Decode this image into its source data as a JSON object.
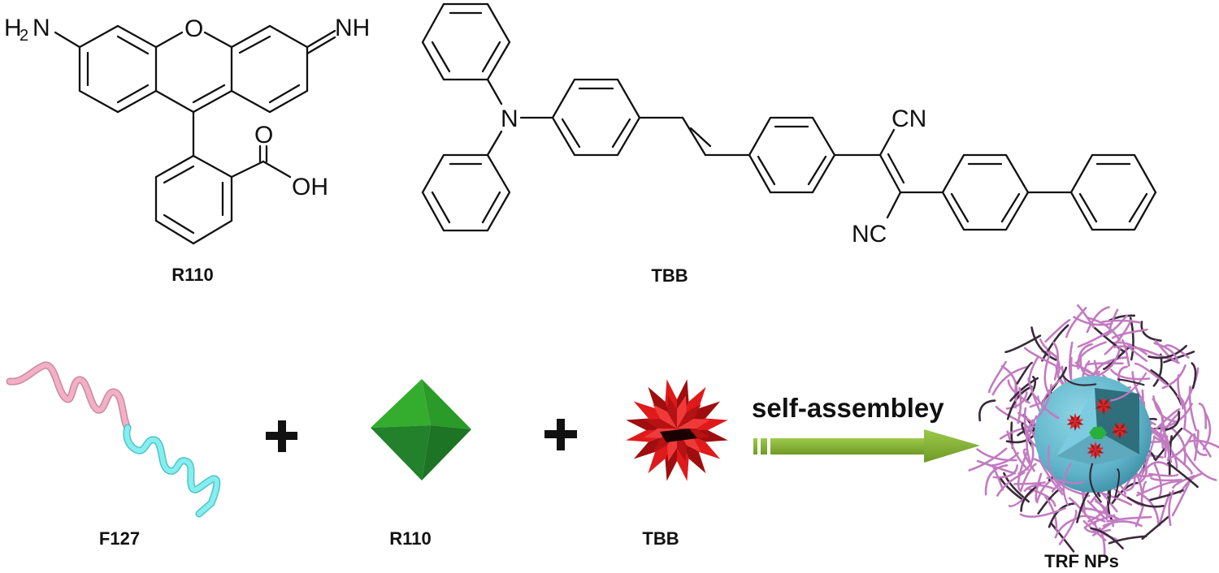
{
  "figure": {
    "top_row": {
      "r110_structure": {
        "name": "R110",
        "atoms": {
          "amine": "H",
          "amine_n": "N",
          "amine_sub": "2",
          "ring_o": "O",
          "imine": "NH",
          "carbonyl_o": "O",
          "hydroxyl": "OH"
        }
      },
      "tbb_structure": {
        "name": "TBB",
        "atoms": {
          "amine_n": "N",
          "nitrile_top": "CN",
          "nitrile_bottom": "NC"
        }
      }
    },
    "bottom_row": {
      "components": [
        {
          "label": "F127",
          "shape": "polymer-coil",
          "colors": [
            "#f0a6bf",
            "#7fe9ea"
          ]
        },
        {
          "label": "R110",
          "shape": "octahedron",
          "colors": [
            "#2fa52b",
            "#1f7d22"
          ]
        },
        {
          "label": "TBB",
          "shape": "spiky-star",
          "colors": [
            "#e0191b",
            "#a00d0f"
          ]
        }
      ],
      "operators": [
        "+",
        "+"
      ],
      "process": {
        "label": "self-assembley",
        "arrow_color": "#86b33a"
      },
      "product": {
        "label": "TRF NPs",
        "core_color": "#6fc3d8",
        "corona_color": "#c27bc0"
      }
    }
  }
}
